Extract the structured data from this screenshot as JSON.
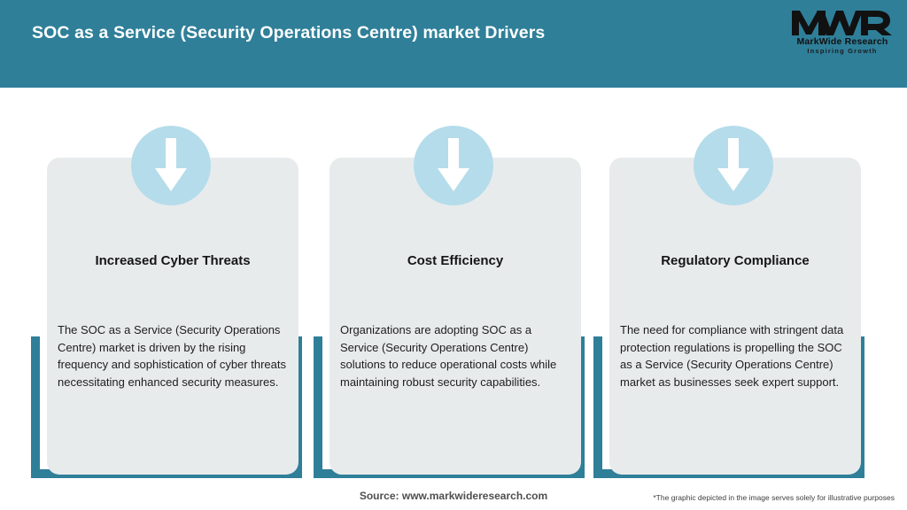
{
  "header": {
    "title": "SOC as a Service (Security Operations Centre) market Drivers",
    "background_color": "#2f7f99",
    "title_color": "#ffffff"
  },
  "logo": {
    "monogram": "MWR",
    "name": "MarkWide Research",
    "tagline": "Inspiring Growth"
  },
  "theme": {
    "teal": "#2f7f99",
    "card_background": "#e8ebec",
    "icon_circle": "#b5dceb",
    "arrow": "#ffffff"
  },
  "cards": [
    {
      "icon": "down-arrow-icon",
      "title": "Increased Cyber Threats",
      "body": "The SOC as a Service (Security Operations Centre) market is driven by the rising frequency and sophistication of cyber threats necessitating enhanced security measures."
    },
    {
      "icon": "down-arrow-icon",
      "title": "Cost Efficiency",
      "body": "Organizations are adopting SOC as a Service (Security Operations Centre) solutions to reduce operational costs while maintaining robust security capabilities."
    },
    {
      "icon": "down-arrow-icon",
      "title": "Regulatory Compliance",
      "body": "The need for compliance with stringent data protection regulations is propelling the SOC as a Service (Security Operations Centre) market as businesses seek expert support."
    }
  ],
  "footer": {
    "source": "Source: www.markwideresearch.com",
    "disclaimer": "*The graphic depicted in the image serves solely for illustrative purposes"
  }
}
